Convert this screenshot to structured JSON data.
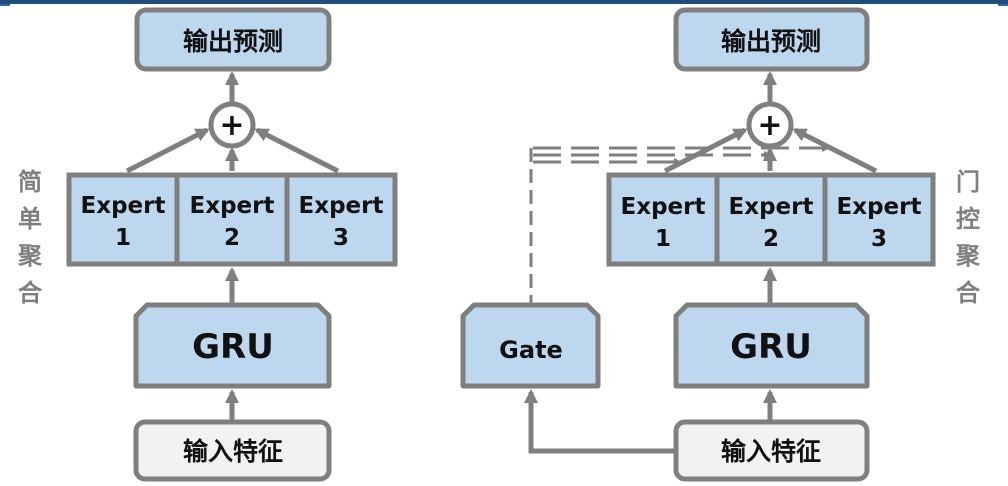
{
  "colors": {
    "box_fill": "#bdd7ee",
    "input_fill": "#f2f2f2",
    "stroke": "#7f7f7f",
    "topbar": "#1f4e7d"
  },
  "left": {
    "side_label": [
      "简",
      "单",
      "聚",
      "合"
    ],
    "output": "输出预测",
    "sum_symbol": "+",
    "experts": [
      {
        "line1": "Expert",
        "line2": "1"
      },
      {
        "line1": "Expert",
        "line2": "2"
      },
      {
        "line1": "Expert",
        "line2": "3"
      }
    ],
    "gru": "GRU",
    "input": "输入特征"
  },
  "right": {
    "side_label": [
      "门",
      "控",
      "聚",
      "合"
    ],
    "output": "输出预测",
    "sum_symbol": "+",
    "experts": [
      {
        "line1": "Expert",
        "line2": "1"
      },
      {
        "line1": "Expert",
        "line2": "2"
      },
      {
        "line1": "Expert",
        "line2": "3"
      }
    ],
    "gate": "Gate",
    "gru": "GRU",
    "input": "输入特征"
  }
}
